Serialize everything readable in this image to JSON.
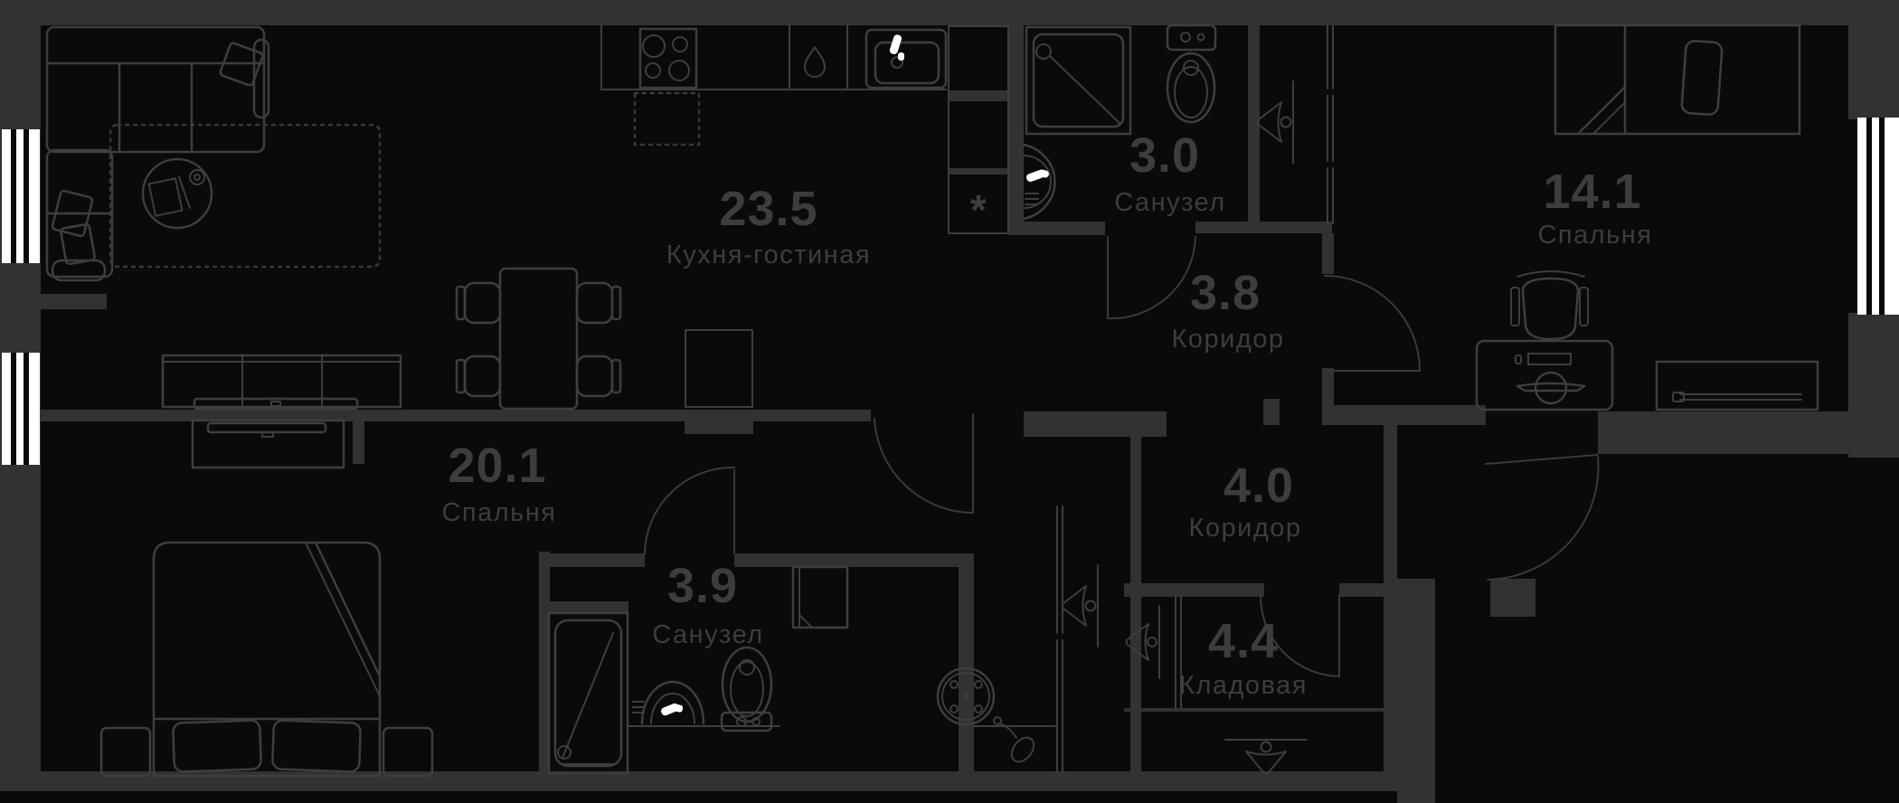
{
  "plan": {
    "title": "apartment-floor-plan",
    "colors": {
      "background": "#0a0a0b",
      "walls": "#323234",
      "furniture_lines": "#3e3e40",
      "labels": "#3d3d3f",
      "windows_and_faucets": "#ffffff"
    },
    "rooms": [
      {
        "id": "kitchen-living",
        "area": "23.5",
        "name": "Кухня-гостиная"
      },
      {
        "id": "bathroom-top",
        "area": "3.0",
        "name": "Санузел"
      },
      {
        "id": "corridor-top",
        "area": "3.8",
        "name": "Коридор"
      },
      {
        "id": "bedroom-right",
        "area": "14.1",
        "name": "Спальня"
      },
      {
        "id": "bedroom-left",
        "area": "20.1",
        "name": "Спальня"
      },
      {
        "id": "bathroom-bottom",
        "area": "3.9",
        "name": "Санузел"
      },
      {
        "id": "corridor-bottom",
        "area": "4.0",
        "name": "Коридор"
      },
      {
        "id": "storage",
        "area": "4.4",
        "name": "Кладовая"
      }
    ],
    "symbols": {
      "appliance_asterisk": "*"
    },
    "icons": [
      "sofa-icon",
      "rug-icon",
      "coffee-table-icon",
      "tv-stand-icon",
      "dining-table-icon",
      "chair-icon",
      "stove-icon",
      "sink-icon",
      "dishwasher-drop-icon",
      "fridge-dashed-icon",
      "tall-units-icon",
      "shower-icon",
      "toilet-icon",
      "washbasin-icon",
      "bathtub-icon",
      "washer-cabinet-icon",
      "bed-double-icon",
      "bed-single-icon",
      "pillow-icon",
      "nightstand-icon",
      "desk-icon",
      "desk-chair-icon",
      "dresser-icon",
      "hanger-icon",
      "pouf-icon",
      "shoe-horn-icon",
      "vent-shaft-icon",
      "window-icon",
      "door-arc-icon"
    ]
  }
}
